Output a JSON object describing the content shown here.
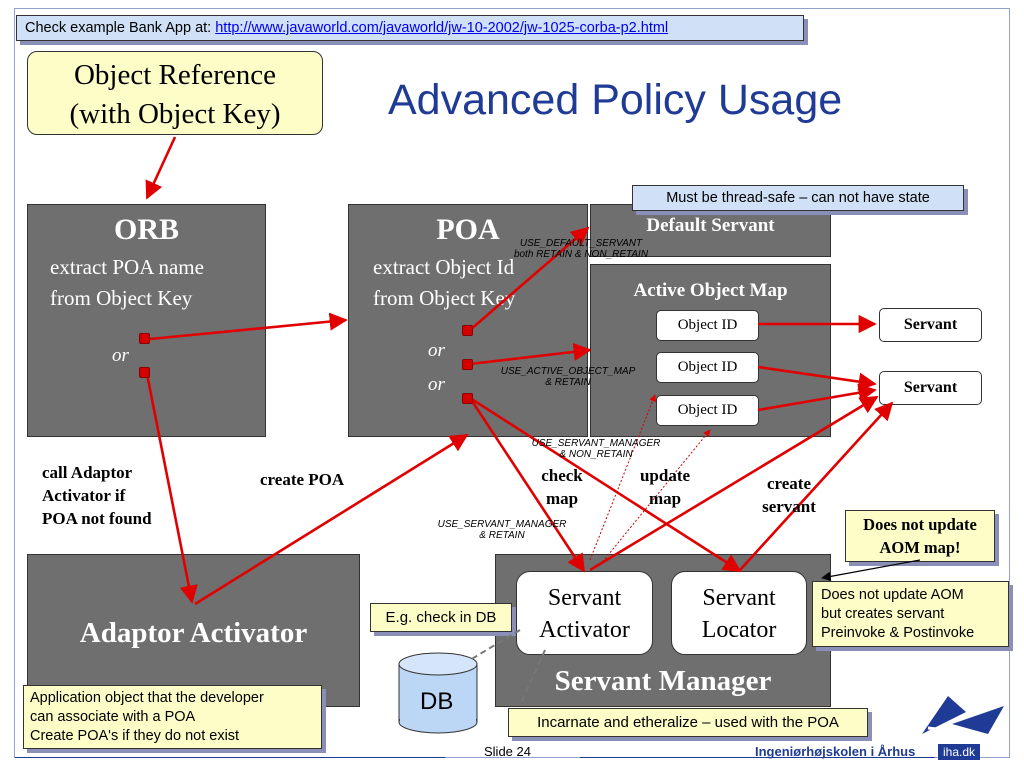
{
  "header": {
    "prefix": "Check example Bank App at: ",
    "link": "http://www.javaworld.com/javaworld/jw-10-2002/jw-1025-corba-p2.html"
  },
  "title": "Advanced Policy Usage",
  "objref": {
    "line1": "Object Reference",
    "line2": "(with Object Key)"
  },
  "orb": {
    "title": "ORB",
    "line1": "extract POA name",
    "line2": "from Object Key",
    "or": "or"
  },
  "poa": {
    "title": "POA",
    "line1": "extract Object Id",
    "line2": "from Object Key",
    "or1": "or",
    "or2": "or"
  },
  "default_servant": "Default Servant",
  "aom": {
    "title": "Active Object Map",
    "ids": [
      "Object ID",
      "Object ID",
      "Object ID"
    ]
  },
  "servants": [
    "Servant",
    "Servant"
  ],
  "notes": {
    "thread_safe": "Must be thread-safe – can not have state",
    "check_db": "E.g. check in DB",
    "no_update_aom": [
      "Does not update AOM",
      "but creates servant",
      "Preinvoke & Postinvoke"
    ],
    "app_object": [
      "Application object that  the developer",
      "can associate with a POA",
      "Create POA's if they do not exist"
    ],
    "incarnate": "Incarnate and etheralize – used with the POA",
    "not_update_bold": [
      "Does not update",
      "AOM map!"
    ]
  },
  "policies": {
    "default": [
      "USE_DEFAULT_SERVANT",
      "both RETAIN & NON_RETAIN"
    ],
    "aom": [
      "USE_ACTIVE_OBJECT_MAP",
      "& RETAIN"
    ],
    "sm_nonretain": [
      "USE_SERVANT_MANAGER",
      "& NON_RETAIN"
    ],
    "sm_retain": [
      "USE_SERVANT_MANAGER",
      "& RETAIN"
    ]
  },
  "labels": {
    "call_adaptor": [
      "call Adaptor",
      "Activator if",
      "POA not found"
    ],
    "create_poa": "create POA",
    "check_map": [
      "check",
      "map"
    ],
    "update_map": [
      "update",
      "map"
    ],
    "create_servant": [
      "create",
      "servant"
    ]
  },
  "adaptor_activator": "Adaptor Activator",
  "servant_manager": {
    "title": "Servant Manager",
    "activator": [
      "Servant",
      "Activator"
    ],
    "locator": [
      "Servant",
      "Locator"
    ]
  },
  "db": "DB",
  "footer": {
    "slide": "Slide 24",
    "school": "Ingeniørhøjskolen i Århus",
    "logo_text": "iha.dk"
  },
  "colors": {
    "title": "#1f3b95",
    "arrow": "#e00000",
    "gray_box": "#6f6f6f",
    "note_yellow": "#fdfdc8",
    "note_blue": "#cfe0f7"
  }
}
